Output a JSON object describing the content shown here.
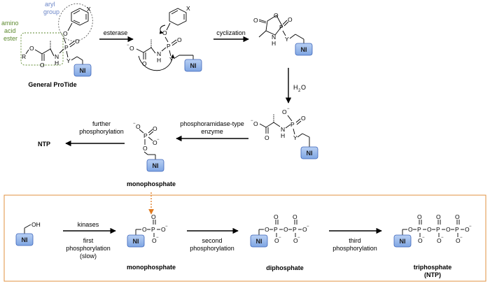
{
  "labels": {
    "aryl_group_line1": "aryl",
    "aryl_group_line2": "group",
    "amino_line1": "amino",
    "amino_line2": "acid",
    "amino_line3": "ester",
    "general_protide": "General ProTide",
    "esterase": "esterase",
    "cyclization": "cyclization",
    "h2o": "H",
    "h2o_sub": "2",
    "h2o_o": "O",
    "phosphoramidase_line1": "phosphoramidase-type",
    "phosphoramidase_line2": "enzyme",
    "further_line1": "further",
    "further_line2": "phosphorylation",
    "ntp": "NTP",
    "monophosphate_top": "monophosphate",
    "kinases": "kinases",
    "first_line1": "first",
    "first_line2": "phosphorylation",
    "first_line3": "(slow)",
    "monophosphate_bottom": "monophosphate",
    "second_line1": "second",
    "second_line2": "phosphorylation",
    "diphosphate": "diphosphate",
    "third_line1": "third",
    "third_line2": "phosphorylation",
    "triphosphate_line1": "triphosphate",
    "triphosphate_line2": "(NTP)"
  },
  "atoms": {
    "ni": "NI",
    "p": "P",
    "o": "O",
    "n": "N",
    "h": "H",
    "r": "R",
    "x": "X",
    "y": "Y",
    "oh": "OH",
    "minus": "−"
  },
  "colors": {
    "ni_fill": "#8fb4ea",
    "ni_stroke": "#3b63b8",
    "amino_green": "#5d8a2f",
    "aryl_blue": "#6d87c8",
    "box_orange": "#e0913f",
    "dotted_arrow": "#e07a1f"
  }
}
